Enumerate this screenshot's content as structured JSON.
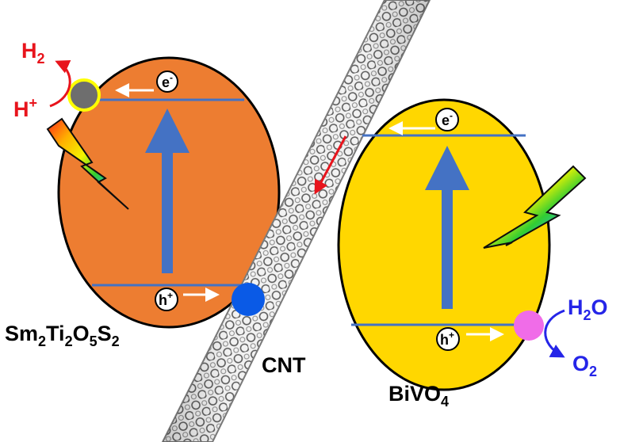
{
  "left_particle": {
    "material": {
      "base": "Sm",
      "s1": "2",
      "b2": "Ti",
      "s2": "2",
      "b3": "O",
      "s3": "5",
      "b4": "S",
      "s4": "2"
    },
    "fill_color": "#ED7D31",
    "electron": {
      "base": "e",
      "charge": "-"
    },
    "hole": {
      "base": "h",
      "charge": "+"
    },
    "cocatalyst_color": "#6E6E6E",
    "cocatalyst_ring_color": "#FFFF00"
  },
  "right_particle": {
    "material": {
      "base": "BiVO",
      "sub": "4"
    },
    "fill_color": "#FFD700",
    "electron": {
      "base": "e",
      "charge": "-"
    },
    "hole": {
      "base": "h",
      "charge": "+"
    },
    "cocatalyst_color": "#F06CE8"
  },
  "cnt": {
    "label": "CNT"
  },
  "reduction": {
    "product": {
      "base": "H",
      "sub": "2"
    },
    "reactant": {
      "base": "H",
      "sup": "+"
    },
    "color": "#E8141C"
  },
  "oxidation": {
    "reactant": {
      "base": "H",
      "sub": "2",
      "tail": "O"
    },
    "product": {
      "base": "O",
      "sub": "2"
    },
    "color": "#2525E8"
  },
  "colors": {
    "band_line": "#4472C4",
    "excitation_arrow": "#4472C4",
    "electron_transfer_arrow": "#E8141C",
    "hole_cocatalyst_left": "#0A5AE6"
  },
  "icons": [
    "light-lightning-icon",
    "carbon-nanotube-icon"
  ]
}
